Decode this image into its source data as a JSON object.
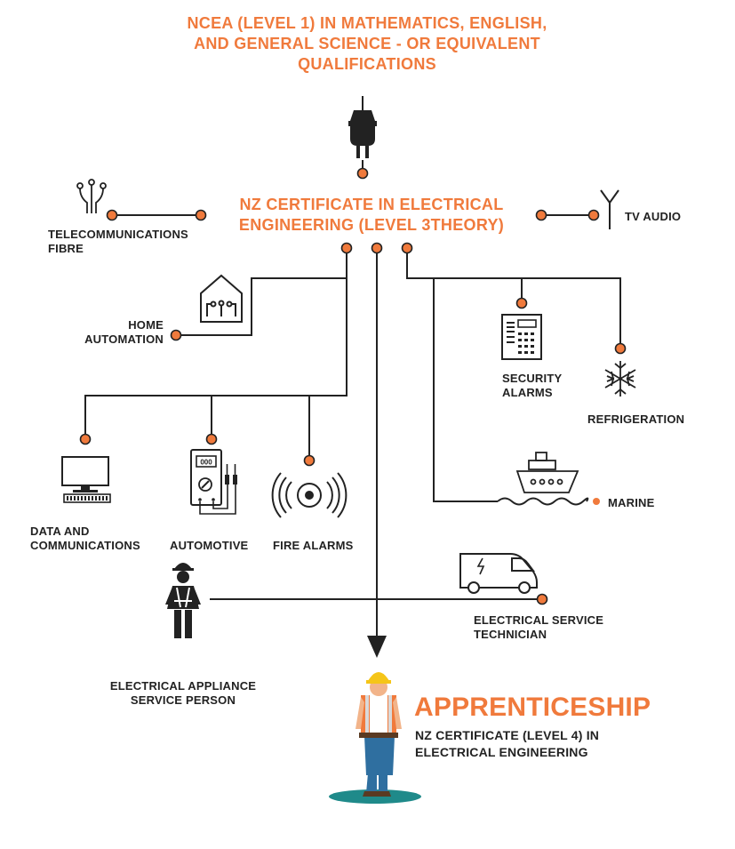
{
  "colors": {
    "accent": "#f07a3c",
    "line": "#222222",
    "text": "#222222",
    "shadow": "#1f8a8a",
    "hat": "#f5c518",
    "vest": "#f07a3c",
    "jeans": "#2f6fa0"
  },
  "top": {
    "line1": "NCEA (LEVEL 1) IN MATHEMATICS, ENGLISH,",
    "line2": "AND GENERAL SCIENCE - OR EQUIVALENT",
    "line3": "QUALIFICATIONS"
  },
  "center": {
    "line1": "NZ CERTIFICATE IN ELECTRICAL",
    "line2": "ENGINEERING  (LEVEL 3THEORY)"
  },
  "nodes": {
    "telecom": {
      "line1": "TELECOMMUNICATIONS",
      "line2": "FIBRE",
      "icon": "fibre-optic-icon"
    },
    "tv_audio": {
      "label": "TV AUDIO",
      "icon": "antenna-icon"
    },
    "home": {
      "line1": "HOME",
      "line2": "AUTOMATION",
      "icon": "smart-home-icon"
    },
    "security": {
      "line1": "SECURITY",
      "line2": "ALARMS",
      "icon": "keypad-icon"
    },
    "refrigeration": {
      "label": "REFRIGERATION",
      "icon": "snowflake-icon"
    },
    "data": {
      "line1": "DATA AND",
      "line2": "COMMUNICATIONS",
      "icon": "computer-icon"
    },
    "automotive": {
      "label": "AUTOMOTIVE",
      "icon": "multimeter-icon"
    },
    "fire": {
      "label": "FIRE ALARMS",
      "icon": "siren-icon"
    },
    "marine": {
      "label": "MARINE",
      "icon": "ship-icon"
    },
    "service_tech": {
      "line1": "ELECTRICAL SERVICE",
      "line2": "TECHNICIAN",
      "icon": "van-icon"
    },
    "appliance": {
      "line1": "ELECTRICAL APPLIANCE",
      "line2": "SERVICE PERSON",
      "icon": "worker-icon"
    }
  },
  "apprenticeship": {
    "title": "APPRENTICESHIP",
    "line1": "NZ CERTIFICATE (LEVEL 4) IN",
    "line2": "ELECTRICAL ENGINEERING",
    "icon": "electrician-icon"
  },
  "icons": {
    "plug": "plug-icon",
    "arrow": "arrow-down-icon"
  }
}
